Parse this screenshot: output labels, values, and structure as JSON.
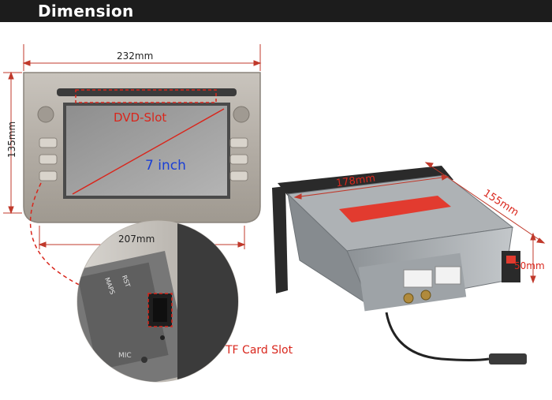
{
  "header": {
    "title": "Dimension"
  },
  "colors": {
    "header_bg": "#1c1c1c",
    "accent_red": "#d9261c",
    "dimension_line": "#c0392b",
    "screen_label": "#1a3fd6"
  },
  "labels": {
    "width_top": "232mm",
    "height_left": "135mm",
    "width_bottom": "207mm",
    "dvd_slot": "DVD-Slot",
    "screen_size": "7 inch",
    "depth_length": "178mm",
    "depth_side": "155mm",
    "depth_height": "50mm",
    "tf_card_slot": "TF Card Slot",
    "mic": "MIC",
    "maps": "MAPS",
    "rst": "RST"
  }
}
